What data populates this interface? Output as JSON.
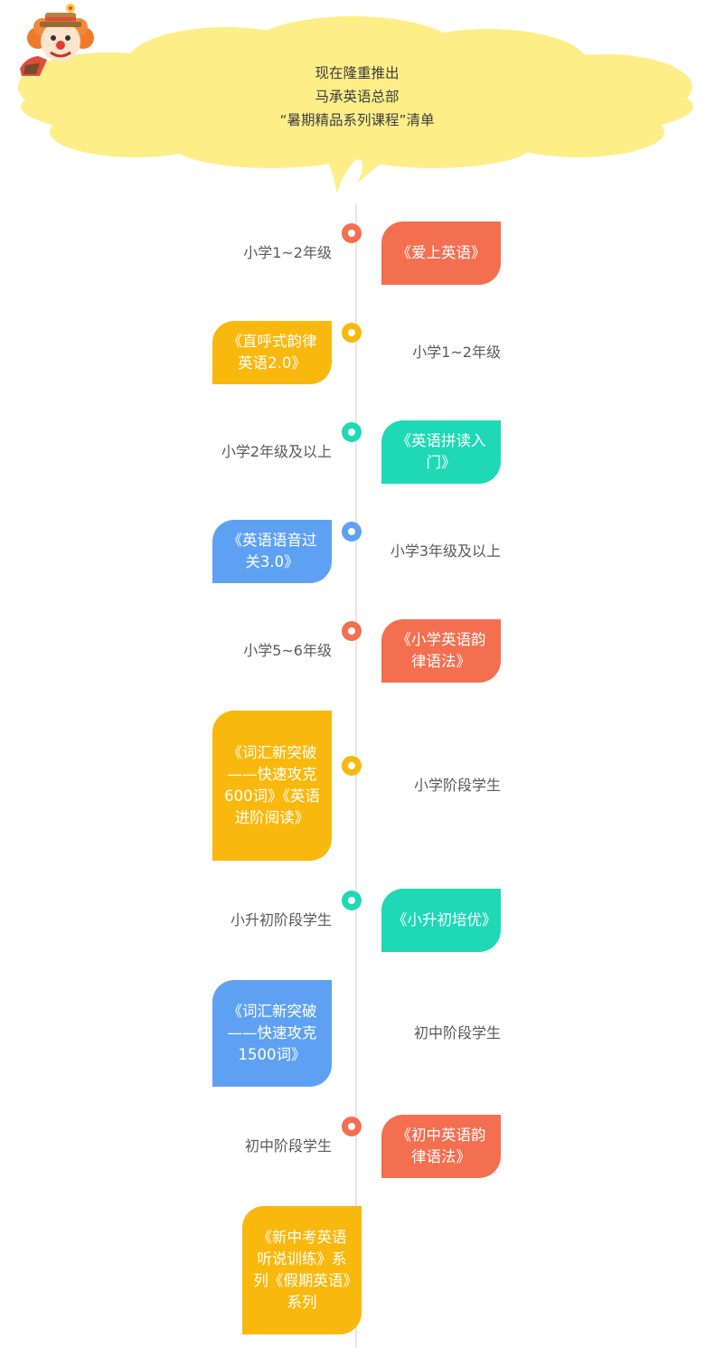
{
  "header": {
    "line1": "现在隆重推出",
    "line2": "马承英语总部",
    "line3": "“暑期精品系列课程”清单",
    "cloud_color": "#fdee88",
    "decoration": "clown-icon"
  },
  "colors": {
    "coral": "#f46e50",
    "yellow": "#f9b80d",
    "teal": "#1ed8b6",
    "blue": "#5ea1f2",
    "line": "#e6e6e6"
  },
  "courses": [
    {
      "title": "《爱上英语》",
      "grade": "小学1~2年级",
      "color": "#f46e50"
    },
    {
      "title": "《直呼式韵律英语2.0》",
      "grade": "小学1~2年级",
      "color": "#f9b80d"
    },
    {
      "title": "《英语拼读入门》",
      "grade": "小学2年级及以上",
      "color": "#1ed8b6"
    },
    {
      "title": "《英语语音过关3.0》",
      "grade": "小学3年级及以上",
      "color": "#5ea1f2"
    },
    {
      "title": "《小学英语韵律语法》",
      "grade": "小学5~6年级",
      "color": "#f46e50"
    },
    {
      "title": "《词汇新突破——快速攻克600词》《英语进阶阅读》",
      "grade": "小学阶段学生",
      "color": "#f9b80d"
    },
    {
      "title": "《小升初培优》",
      "grade": "小升初阶段学生",
      "color": "#1ed8b6"
    },
    {
      "title": "《词汇新突破——快速攻克1500词》",
      "grade": "初中阶段学生",
      "color": "#5ea1f2"
    },
    {
      "title": "《初中英语韵律语法》",
      "grade": "初中阶段学生",
      "color": "#f46e50"
    },
    {
      "title": "《新中考英语听说训练》系列《假期英语》系列",
      "grade": "",
      "color": "#f9b80d"
    }
  ]
}
